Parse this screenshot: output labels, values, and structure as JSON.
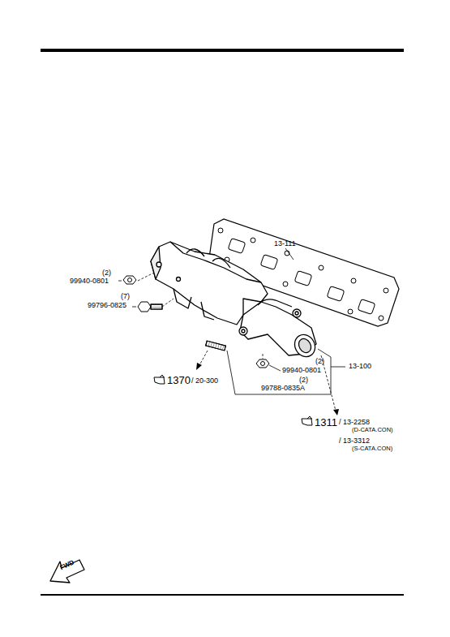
{
  "diagram": {
    "labels": [
      "13-111",
      "(2)",
      "99940-0801",
      "(7)",
      "99796-0825",
      "(2)",
      "99940-0801",
      "13-100",
      "(2)",
      "99788-0835A",
      "1370",
      "/ 20-300",
      "1311",
      "/ 13-2258",
      "(D-CATA.CON)",
      "/ 13-3312",
      "(S-CATA.CON)",
      "FWD"
    ]
  }
}
